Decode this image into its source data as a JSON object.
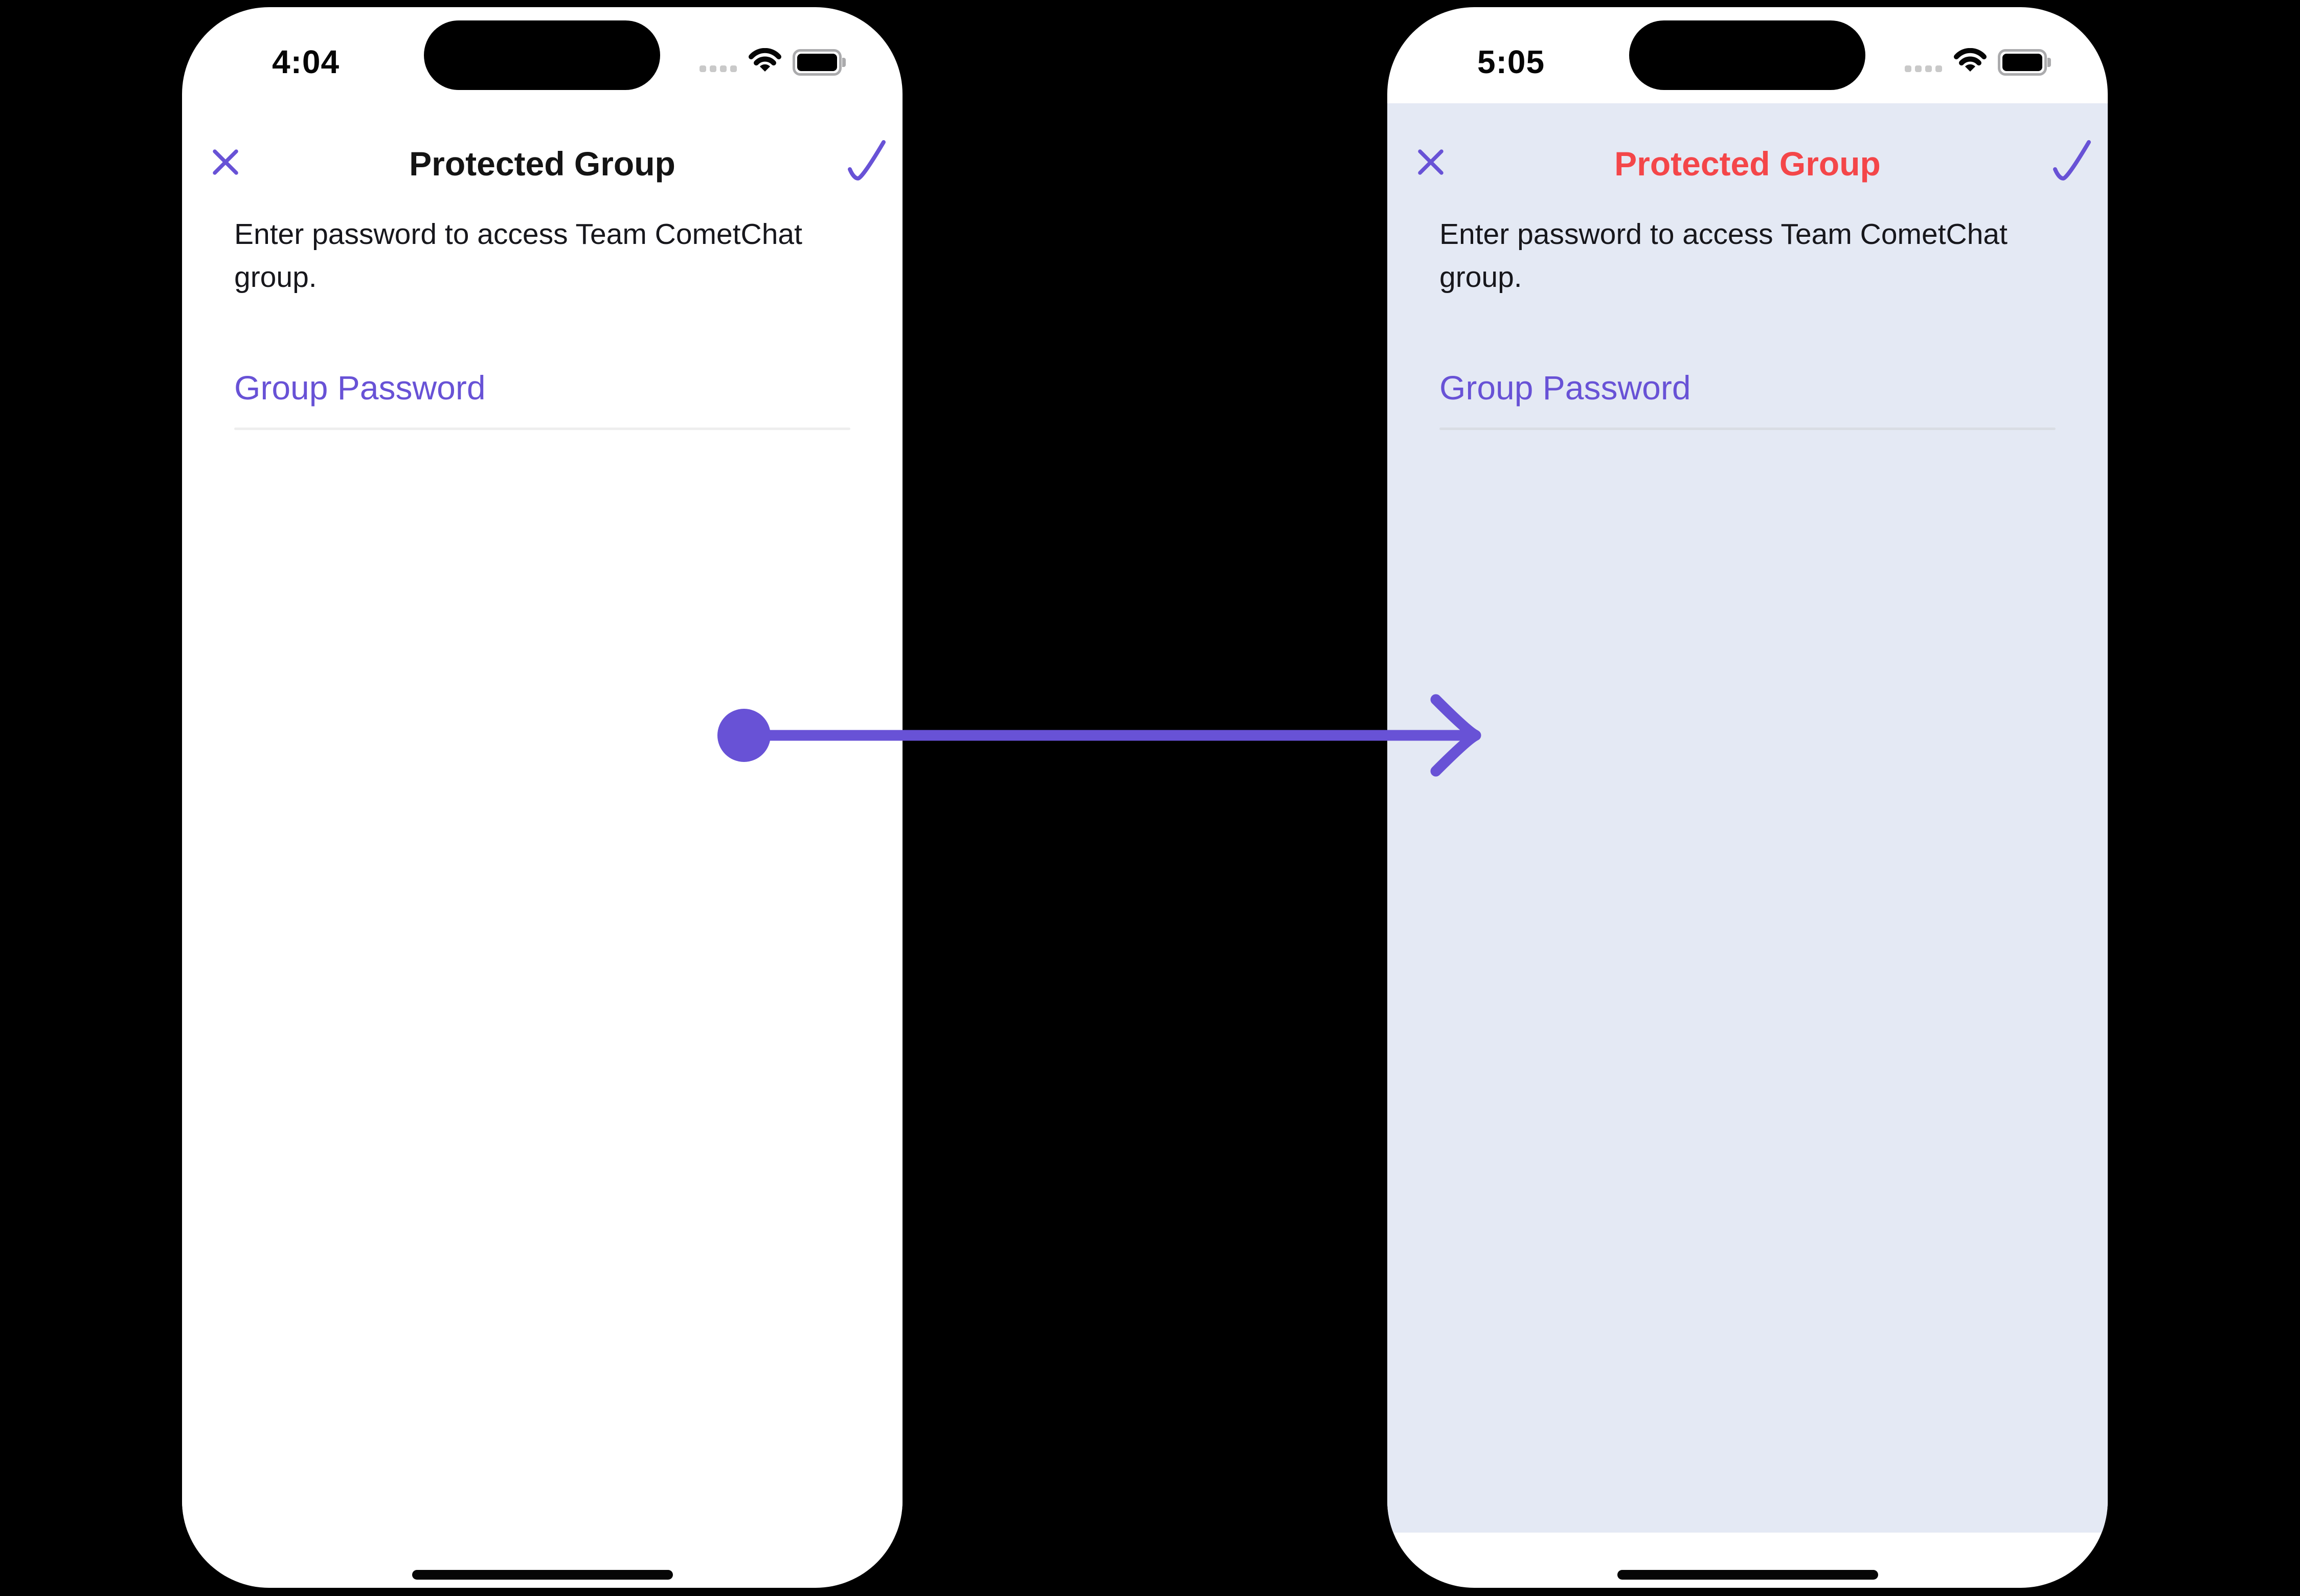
{
  "canvas_background": "#000000",
  "accent_color": "#6852D6",
  "annotation_arrow": {
    "color": "#6852D6"
  },
  "status_icon_names": [
    "cellular-signal-icon",
    "wifi-icon",
    "battery-icon"
  ],
  "phones": {
    "left": {
      "time": "4:04",
      "nav_title": "Protected Group",
      "description": "Enter password to access Team CometChat group.",
      "field_label": "Group Password",
      "colors": {
        "screen_background": "#FFFFFF",
        "nav_title": "#141414",
        "field_label": "#6852D6",
        "divider": "#EEEEEE"
      }
    },
    "right": {
      "time": "5:05",
      "nav_title": "Protected Group",
      "description": "Enter password to access Team CometChat group.",
      "field_label": "Group Password",
      "colors": {
        "screen_background": "#E4E9F4",
        "nav_title": "#F44649",
        "field_label": "#6852D6",
        "divider": "#D9DDE4"
      }
    }
  }
}
